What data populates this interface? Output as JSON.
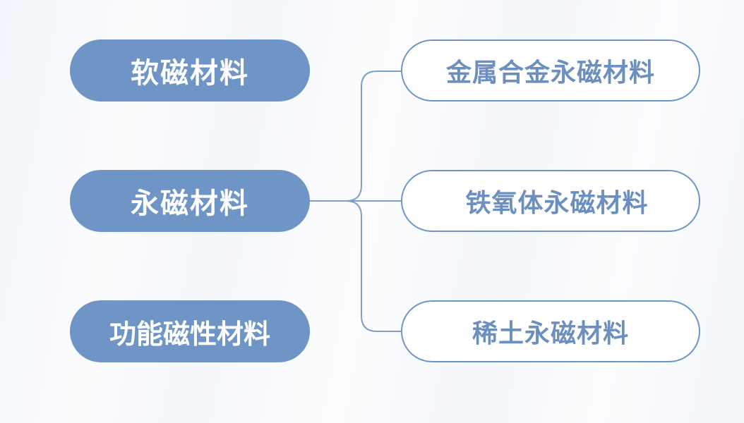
{
  "categories": {
    "soft": "软磁材料",
    "permanent": "永磁材料",
    "functional": "功能磁性材料"
  },
  "permanent_subtypes": {
    "alloy": "金属合金永磁材料",
    "ferrite": "铁氧体永磁材料",
    "rare_earth": "稀土永磁材料"
  },
  "colors": {
    "accent": "#6e95c5",
    "outline_text": "#6b8fbf",
    "connector": "#7f9fc8",
    "background": "#f7f9fd"
  }
}
